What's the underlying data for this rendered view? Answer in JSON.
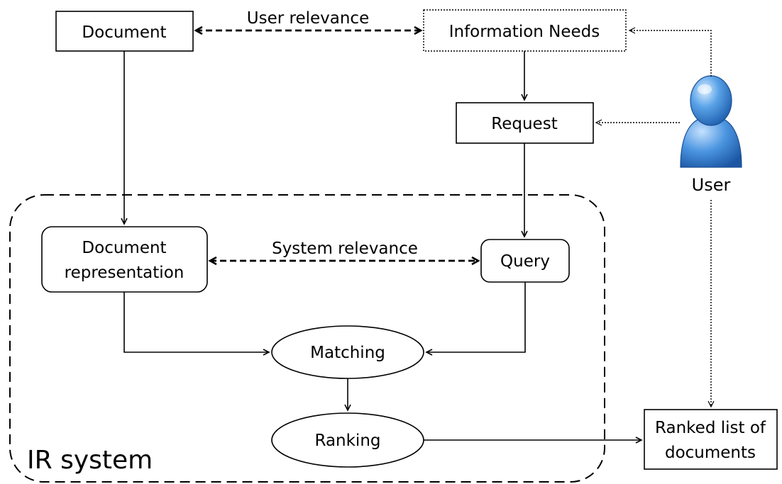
{
  "diagram": {
    "region": {
      "label": "IR system"
    },
    "nodes": {
      "document": {
        "label": "Document"
      },
      "information_needs": {
        "label": "Information Needs"
      },
      "request": {
        "label": "Request"
      },
      "user": {
        "label": "User",
        "icon": "user-icon"
      },
      "document_representation": {
        "line1": "Document",
        "line2": "representation"
      },
      "query": {
        "label": "Query"
      },
      "matching": {
        "label": "Matching"
      },
      "ranking": {
        "label": "Ranking"
      },
      "ranked_list": {
        "line1": "Ranked list of",
        "line2": "documents"
      }
    },
    "edges": {
      "user_relevance": {
        "label": "User relevance"
      },
      "system_relevance": {
        "label": "System relevance"
      }
    }
  }
}
